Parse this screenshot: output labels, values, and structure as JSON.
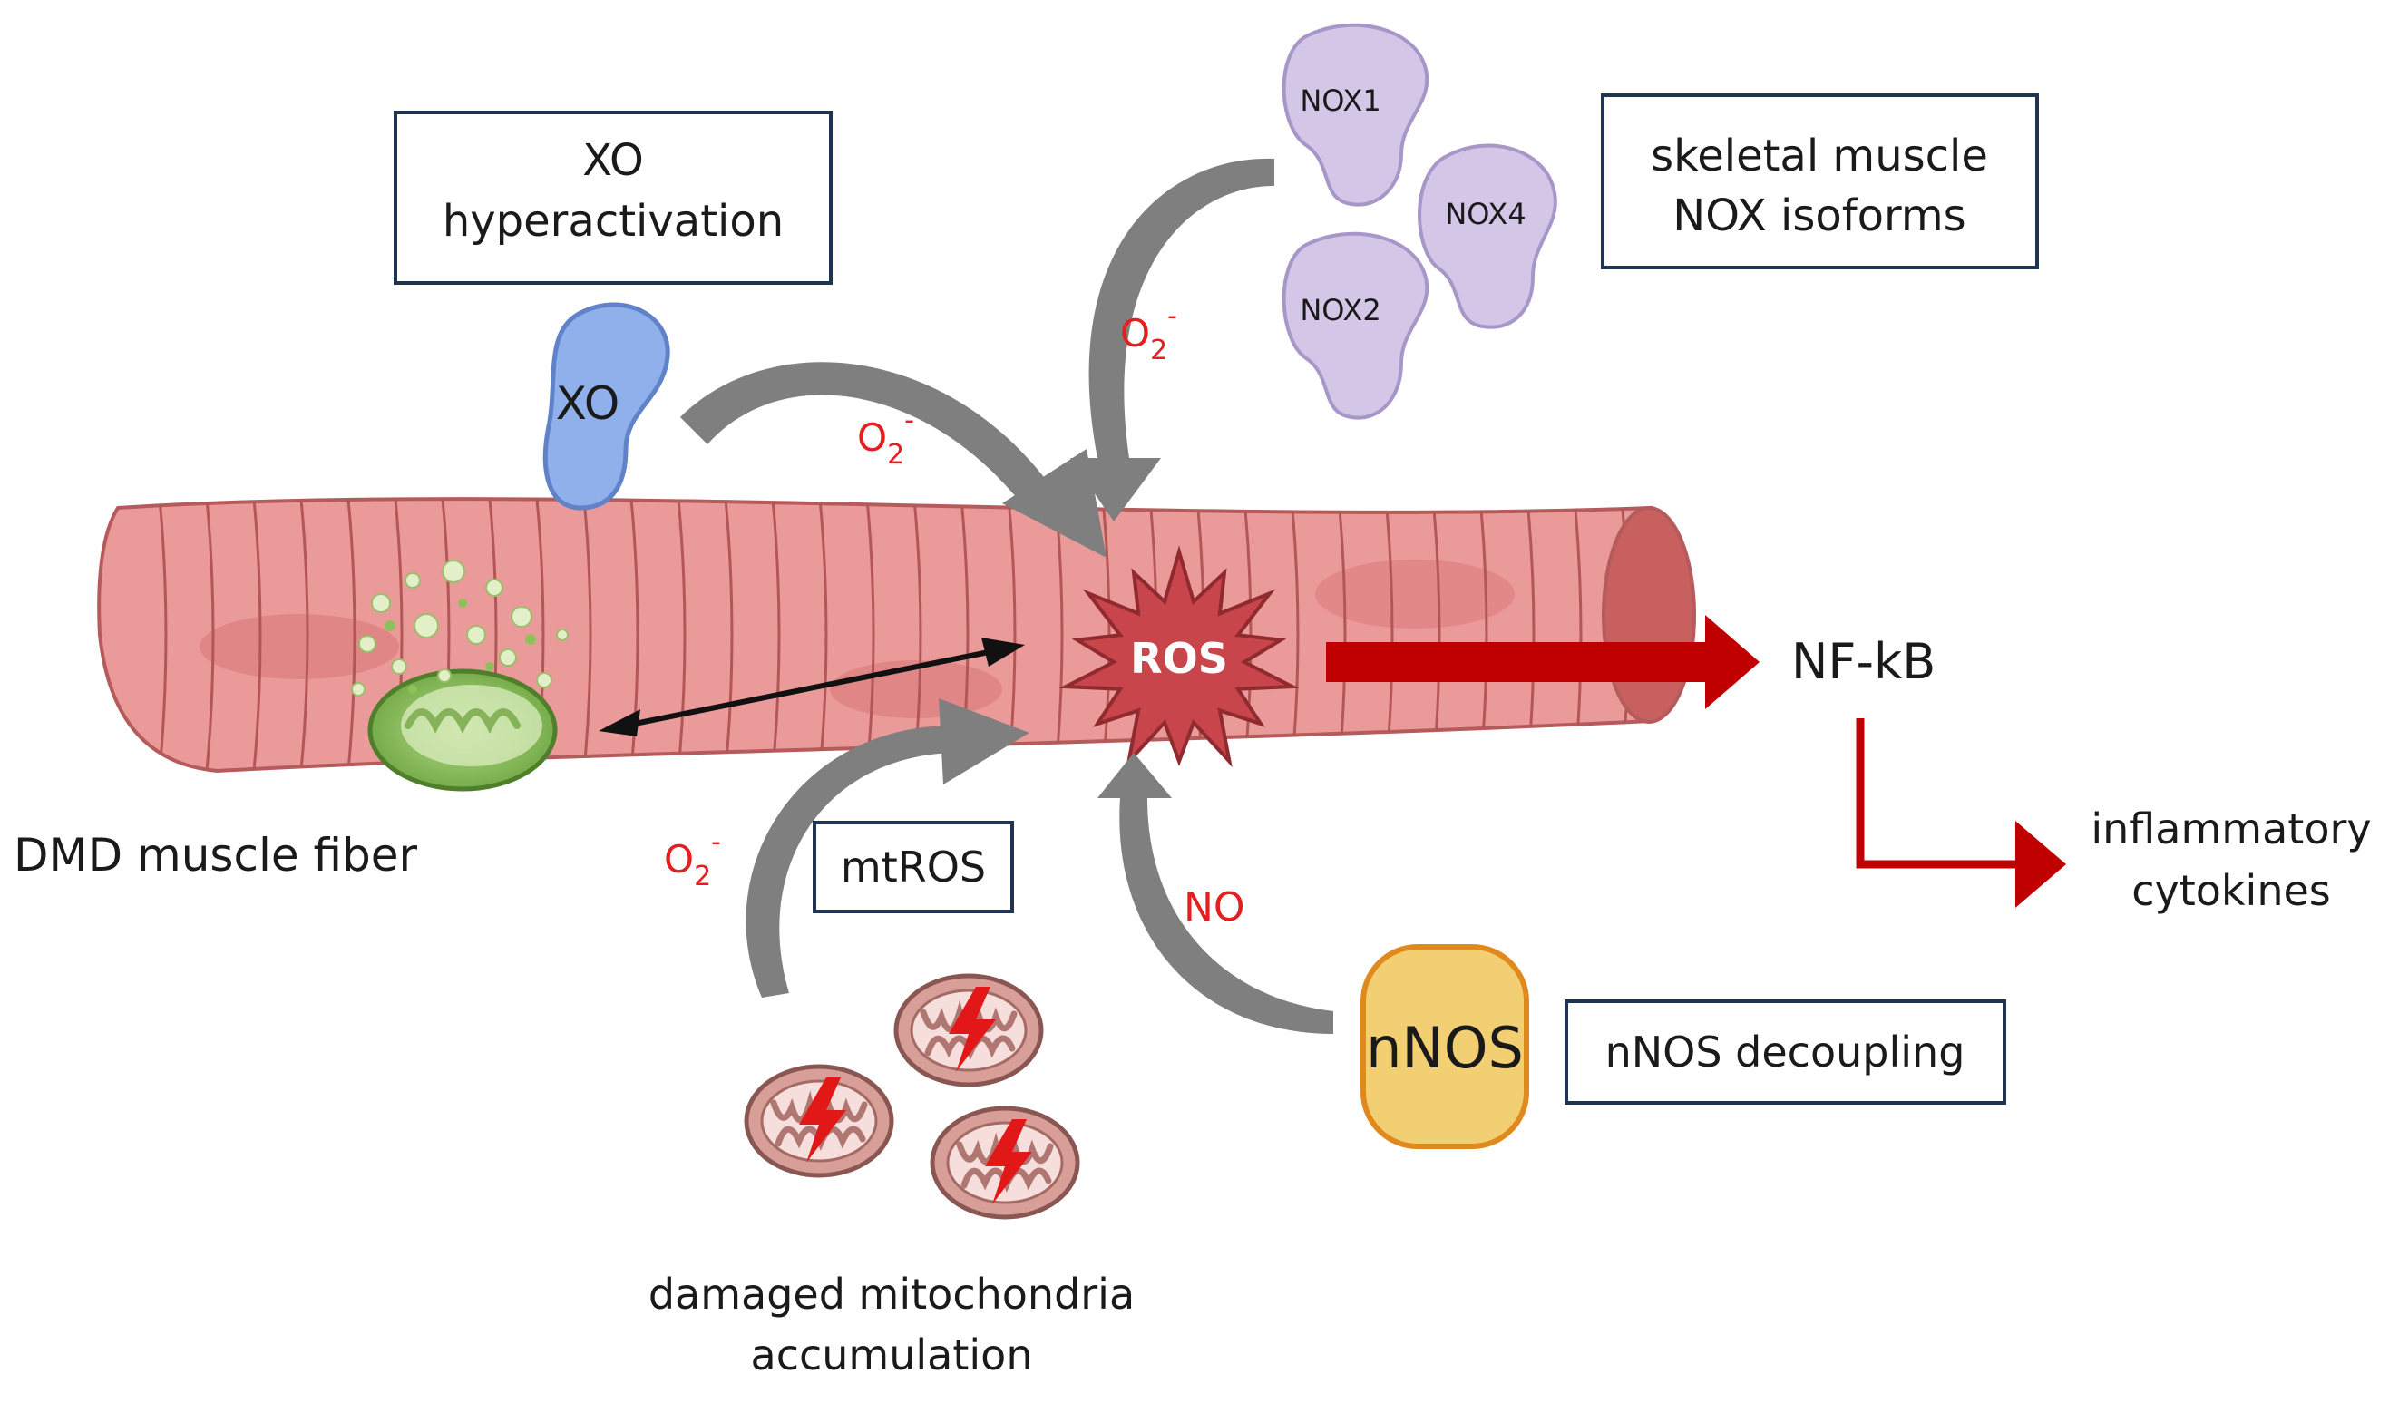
{
  "boxes": {
    "xo_line1": "XO",
    "xo_line2": "hyperactivation",
    "nox_line1": "skeletal muscle",
    "nox_line2": "NOX isoforms",
    "mtros": "mtROS",
    "nnos": "nNOS decoupling"
  },
  "enzymes": {
    "xo": "XO",
    "nox1": "NOX1",
    "nox2": "NOX2",
    "nox4": "NOX4",
    "nnos": "nNOS"
  },
  "species": {
    "o2_base": "O",
    "o2_sub": "2",
    "o2_sup": "-",
    "no": "NO"
  },
  "center": {
    "ros": "ROS",
    "nfkb": "NF-kB"
  },
  "labels": {
    "fiber": "DMD muscle fiber",
    "mito_line1": "damaged mitochondria",
    "mito_line2": "accumulation",
    "cyto_line1": "inflammatory",
    "cyto_line2": "cytokines"
  },
  "colors": {
    "fiber": "#eb9a9a",
    "ros_star": "#c8454c",
    "arrow_red": "#c00000",
    "gray_arrow": "#7f7f7f",
    "xo": "#8fb0ea",
    "nox": "#d3c6e6",
    "nnos": "#f3cf74",
    "species_red": "#e41f1f"
  }
}
